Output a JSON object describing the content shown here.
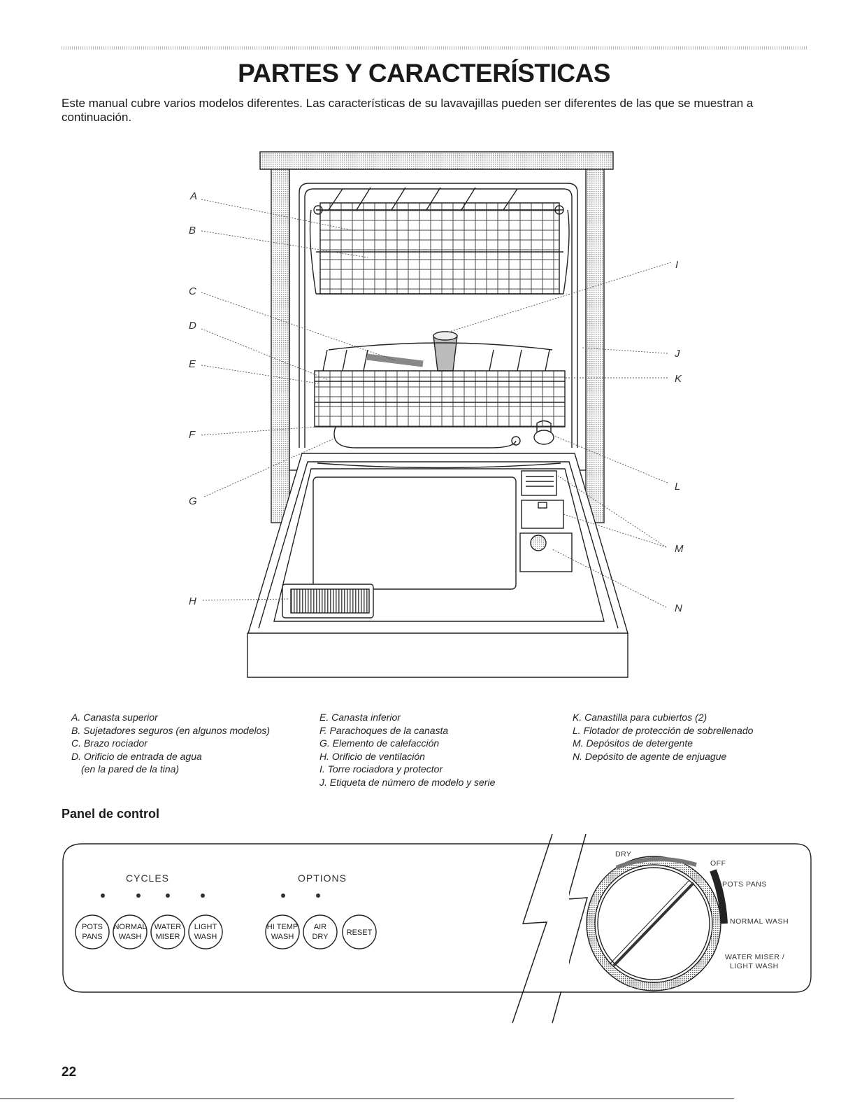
{
  "title": "PARTES Y CARACTERÍSTICAS",
  "intro": "Este manual cubre varios modelos diferentes. Las características de su lavavajillas pueden ser diferentes de las que se muestran a continuación.",
  "callouts": [
    "A",
    "B",
    "C",
    "D",
    "E",
    "F",
    "G",
    "H",
    "I",
    "J",
    "K",
    "L",
    "M",
    "N"
  ],
  "legend": {
    "col1": [
      "A. Canasta superior",
      "B. Sujetadores seguros (en algunos modelos)",
      "C. Brazo rociador",
      "D. Orificio de entrada de agua",
      "(en la pared de la tina)"
    ],
    "col2": [
      "E. Canasta inferior",
      "F. Parachoques de la canasta",
      "G. Elemento de calefacción",
      "H. Orificio de ventilación",
      "I. Torre rociadora y protector",
      "J. Etiqueta de número de modelo y serie"
    ],
    "col3": [
      "K. Canastilla para cubiertos (2)",
      "L. Flotador de protección de sobrellenado",
      "M. Depósitos de detergente",
      "N. Depósito de agente de enjuague"
    ]
  },
  "control_panel": {
    "heading": "Panel de control",
    "cycles_label": "CYCLES",
    "options_label": "OPTIONS",
    "cycle_buttons": [
      {
        "line1": "POTS",
        "line2": "PANS"
      },
      {
        "line1": "NORMAL",
        "line2": "WASH"
      },
      {
        "line1": "WATER",
        "line2": "MISER"
      },
      {
        "line1": "LIGHT",
        "line2": "WASH"
      }
    ],
    "option_buttons": [
      {
        "line1": "HI TEMP",
        "line2": "WASH"
      },
      {
        "line1": "AIR",
        "line2": "DRY"
      }
    ],
    "reset_label": "RESET",
    "dial": {
      "dry": "DRY",
      "off": "OFF",
      "pots_pans": "POTS PANS",
      "normal_wash": "NORMAL WASH",
      "water_miser_1": "WATER MISER /",
      "water_miser_2": "LIGHT WASH"
    }
  },
  "page_number": "22"
}
